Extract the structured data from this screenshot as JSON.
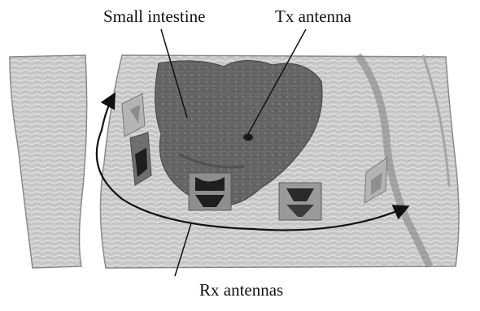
{
  "labels": {
    "small_intestine": "Small intestine",
    "tx_antenna": "Tx antenna",
    "rx_antennas": "Rx antennas"
  },
  "colors": {
    "background": "#ffffff",
    "body_fill": "#c8c8c8",
    "body_edge": "#8a8a8a",
    "intestine_fill": "#555555",
    "antenna_dark": "#222222",
    "antenna_panel": "#9a9a9a",
    "leader_line": "#111111",
    "arrow": "#111111"
  },
  "icons": [
    "rx-antenna-icon",
    "tx-antenna-icon",
    "curved-arrow-icon"
  ]
}
